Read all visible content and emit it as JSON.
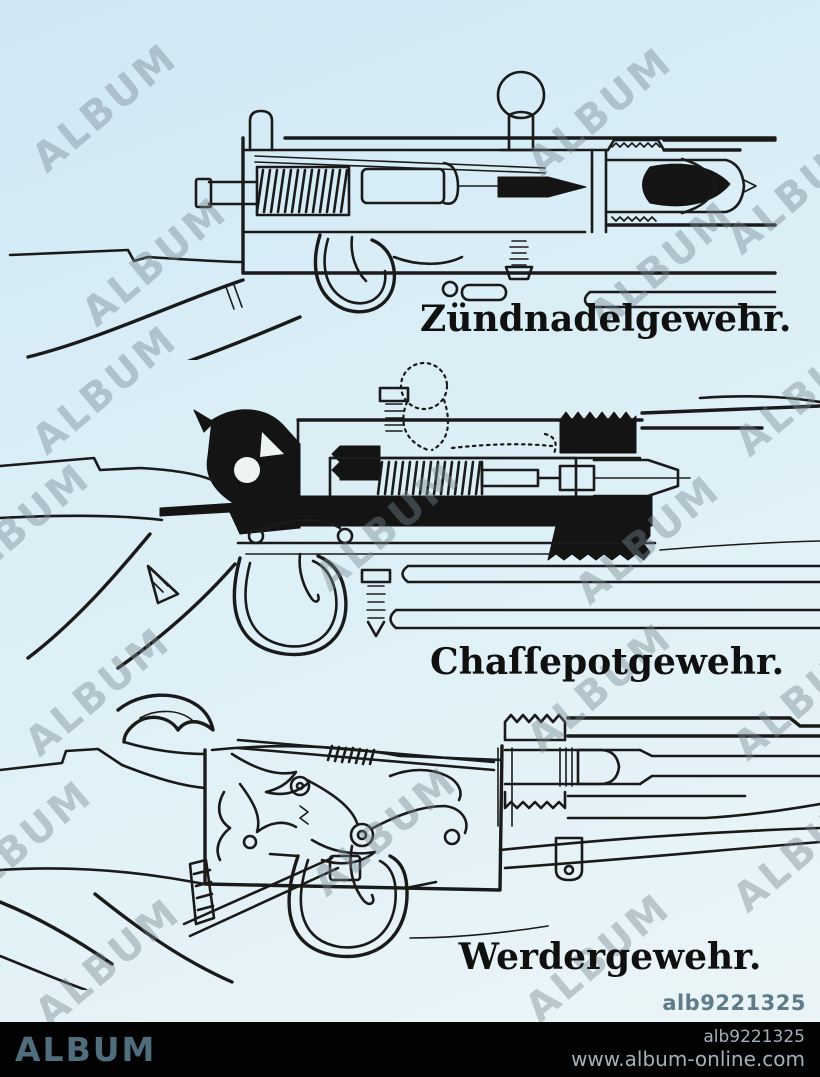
{
  "page": {
    "paper_color_top": "#cfe8f4",
    "paper_color_bottom": "#ecf5f7",
    "ink_color": "#1a1a1a"
  },
  "watermark": {
    "text": "ALBUM"
  },
  "figures": [
    {
      "id": "zuendnadelgewehr",
      "caption": "Zündnadelgewehr."
    },
    {
      "id": "chassepotgewehr",
      "caption": "Chaſſepotgewehr."
    },
    {
      "id": "werdergewehr",
      "caption": "Werdergewehr."
    }
  ],
  "footer": {
    "image_id_overlay": "alb9221325",
    "brand": "ALBUM",
    "image_id": "alb9221325",
    "website": "www.album-online.com",
    "bar_color": "#020202",
    "brand_color": "#4f6d7d",
    "text_color": "#a2b0b8"
  }
}
